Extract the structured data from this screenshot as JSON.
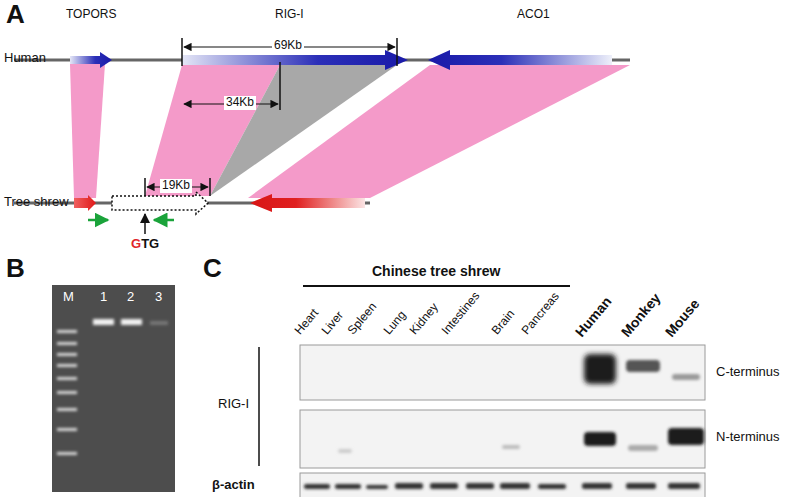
{
  "diagram": {
    "nodes": [
      {
        "text": [
          "M",
          "1",
          "2",
          "3"
        ]
      }
    ],
    "labels": [
      "A",
      "TOPORS",
      "RIG-I",
      "ACO1",
      "Human",
      "69Kb",
      "34Kb",
      "Tree shrew",
      "19Kb",
      "GTG",
      "B",
      "C",
      "Chinese tree shrew",
      "Heart",
      "Liver",
      "Spleen",
      "Lung",
      "Kidney",
      "Intestines",
      "Brain",
      "Pancreas",
      "Human",
      "Monkey",
      "Mouse",
      "RIG-I",
      "C-terminus",
      "N-terminus",
      "β-actin"
    ]
  }
}
